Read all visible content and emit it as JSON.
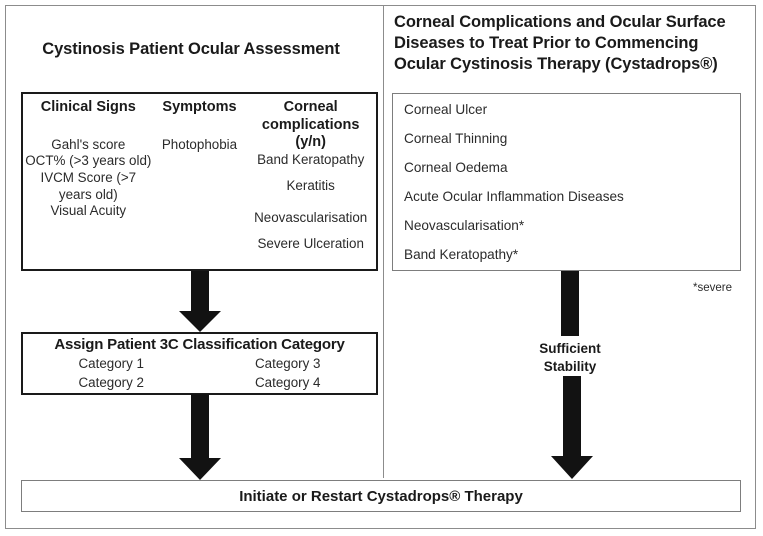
{
  "diagram": {
    "left_panel": {
      "title": "Cystinosis Patient Ocular Assessment",
      "assessment_table": {
        "columns": [
          {
            "header": "Clinical Signs",
            "items": [
              "Gahl's score",
              "OCT% (>3 years old)",
              "IVCM Score (>7 years old)",
              "Visual Acuity"
            ]
          },
          {
            "header": "Symptoms",
            "items": [
              "Photophobia"
            ]
          },
          {
            "header": "Corneal complications (y/n)",
            "items": [
              "Band Keratopathy",
              "Keratitis",
              "Neovascularisation",
              "Severe Ulceration"
            ]
          }
        ]
      },
      "classification": {
        "title": "Assign Patient 3C Classification Category",
        "left_column": [
          "Category 1",
          "Category 2"
        ],
        "right_column": [
          "Category 3",
          "Category 4"
        ]
      }
    },
    "right_panel": {
      "title_lines": [
        "Corneal Complications and Ocular Surface",
        "Diseases to Treat Prior to Commencing",
        "Ocular Cystinosis Therapy (Cystadrops®)"
      ],
      "title": "Corneal Complications and Ocular Surface Diseases to Treat Prior to Commencing Ocular Cystinosis Therapy (Cystadrops®)",
      "conditions": [
        "Corneal Ulcer",
        "Corneal Thinning",
        "Corneal Oedema",
        "Acute Ocular Inflammation Diseases",
        "Neovascularisation*",
        "Band Keratopathy*"
      ],
      "footnote": "*severe",
      "edge_label": "Sufficient Stability",
      "edge_label_lines": [
        "Sufficient",
        "Stability"
      ]
    },
    "bottom_bar": {
      "label": "Initiate or Restart Cystadrops® Therapy"
    },
    "colors": {
      "arrow": "#121212",
      "thick_border": "#1a1a1a",
      "thin_border": "#7d7d7d",
      "frame": "#8c8c8c",
      "text": "#2b2b2b",
      "background": "#ffffff"
    }
  }
}
